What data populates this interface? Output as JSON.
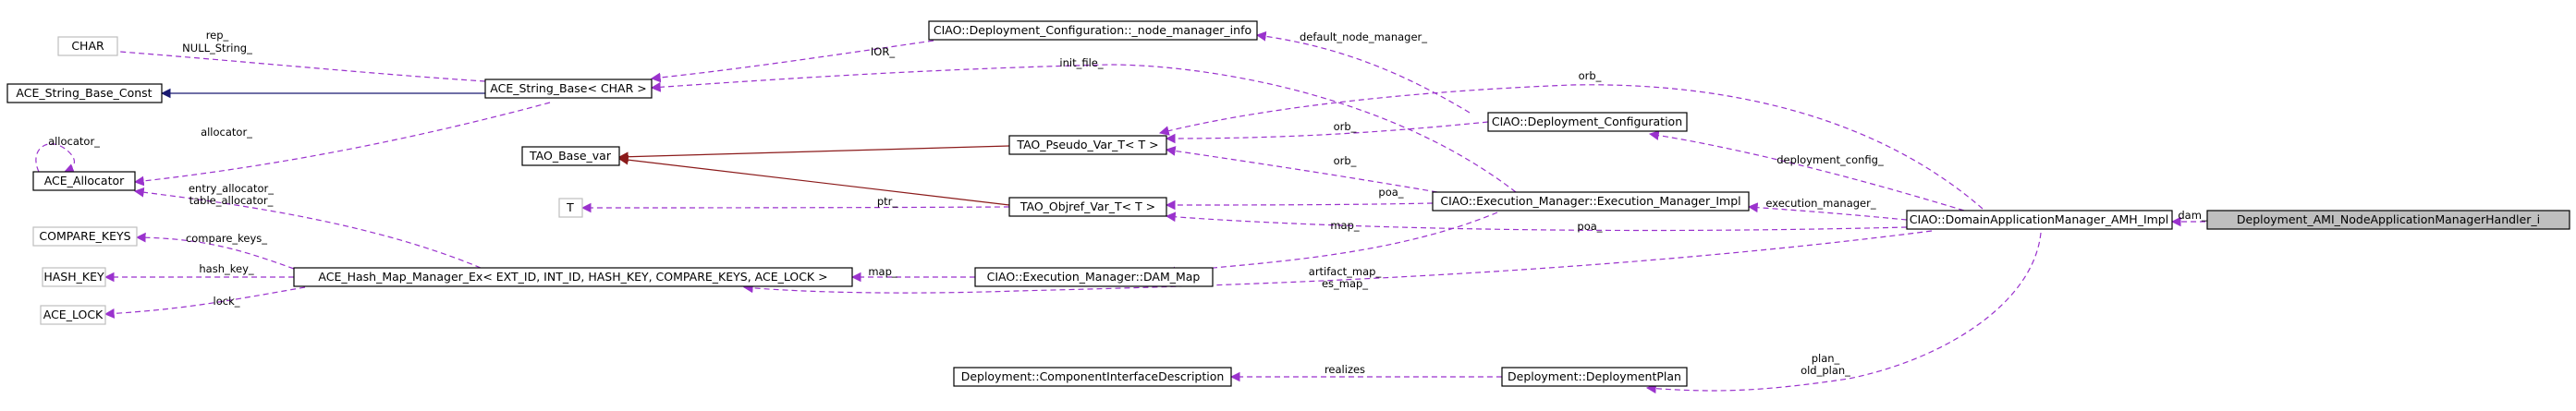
{
  "nodes": {
    "char": "CHAR",
    "ace_string_base_const": "ACE_String_Base_Const",
    "ace_allocator": "ACE_Allocator",
    "compare_keys": "COMPARE_KEYS",
    "hash_key": "HASH_KEY",
    "ace_lock": "ACE_LOCK",
    "ace_string_base": "ACE_String_Base< CHAR >",
    "tao_base_var": "TAO_Base_var",
    "t": "T",
    "ace_hash_map": "ACE_Hash_Map_Manager_Ex< EXT_ID, INT_ID, HASH_KEY, COMPARE_KEYS, ACE_LOCK >",
    "node_manager_info": "CIAO::Deployment_Configuration::_node_manager_info",
    "tao_pseudo_var": "TAO_Pseudo_Var_T< T >",
    "tao_objref_var": "TAO_Objref_Var_T< T >",
    "dam_map": "CIAO::Execution_Manager::DAM_Map",
    "deployment_configuration": "CIAO::Deployment_Configuration",
    "execution_manager_impl": "CIAO::Execution_Manager::Execution_Manager_Impl",
    "component_interface_description": "Deployment::ComponentInterfaceDescription",
    "deployment_plan": "Deployment::DeploymentPlan",
    "domain_app_manager": "CIAO::DomainApplicationManager_AMH_Impl",
    "handler": "Deployment_AMI_NodeApplicationManagerHandler_i"
  },
  "edge_labels": {
    "rep_null_string": "rep_\nNULL_String_",
    "allocator_self": "allocator_",
    "allocator": "allocator_",
    "entry_table_allocator": "entry_allocator_\ntable_allocator_",
    "compare_keys": "compare_keys_",
    "hash_key": "hash_key_",
    "lock": "lock_",
    "ior": "IOR_",
    "default_node_manager": "default_node_manager_",
    "init_file": "init_file_",
    "orb_top": "orb_",
    "orb_pseudo": "orb_",
    "orb_exec": "orb_",
    "deployment_config": "deployment_config_",
    "ptr": "ptr_",
    "poa_exec": "poa_",
    "map_exec": "map_",
    "poa_dam": "poa_",
    "execution_manager": "execution_manager_",
    "map_dam_map": "map_",
    "artifact_es_map": "artifact_map_\nes_map_",
    "realizes": "realizes",
    "plan_old_plan": "plan_\nold_plan_",
    "dam": "dam_"
  },
  "colors": {
    "use_edge": "#9a32cd",
    "inherit_public": "#191970",
    "template_edge": "#8b1a1a",
    "focus_fill": "#bfbfbf",
    "grey_border": "#bfbfbf"
  }
}
